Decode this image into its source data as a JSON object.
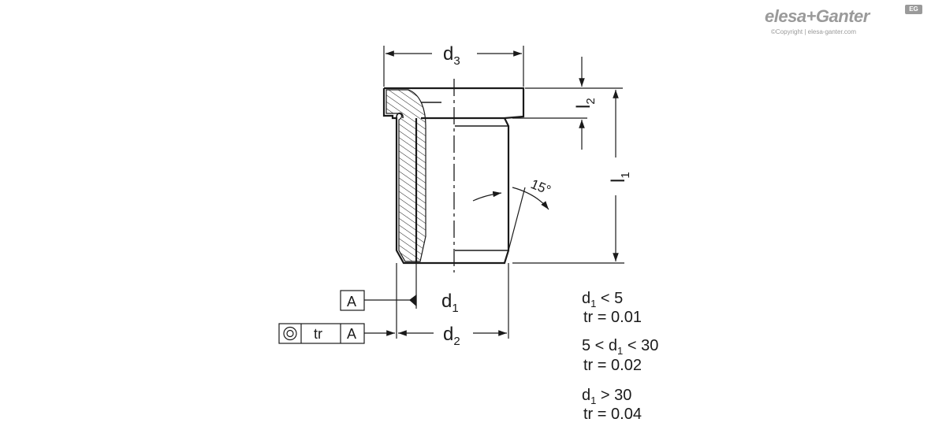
{
  "brand": {
    "name": "elesa+Ganter",
    "copyright": "©Copyright | elesa-ganter.com",
    "badge": "EG"
  },
  "labels": {
    "d3": "d",
    "d3_sub": "3",
    "d1": "d",
    "d1_sub": "1",
    "d2": "d",
    "d2_sub": "2",
    "l1": "l",
    "l1_sub": "1",
    "l2": "l",
    "l2_sub": "2",
    "angle": "15°",
    "datum": "A",
    "tol_symbol": "concentricity",
    "tol_value": "tr",
    "tol_datum": "A"
  },
  "tolerance_table": [
    {
      "cond_pre": "d",
      "cond_sub": "1",
      "cond_post": " < 5",
      "value": "tr  = 0.01"
    },
    {
      "cond_pre": "5 < d",
      "cond_sub": "1",
      "cond_post": " < 30",
      "value": "tr  = 0.02"
    },
    {
      "cond_pre": "d",
      "cond_sub": "1",
      "cond_post": " > 30",
      "value": "tr  = 0.04"
    }
  ],
  "colors": {
    "line": "#1a1a1a",
    "brand": "#9a9a9a"
  }
}
